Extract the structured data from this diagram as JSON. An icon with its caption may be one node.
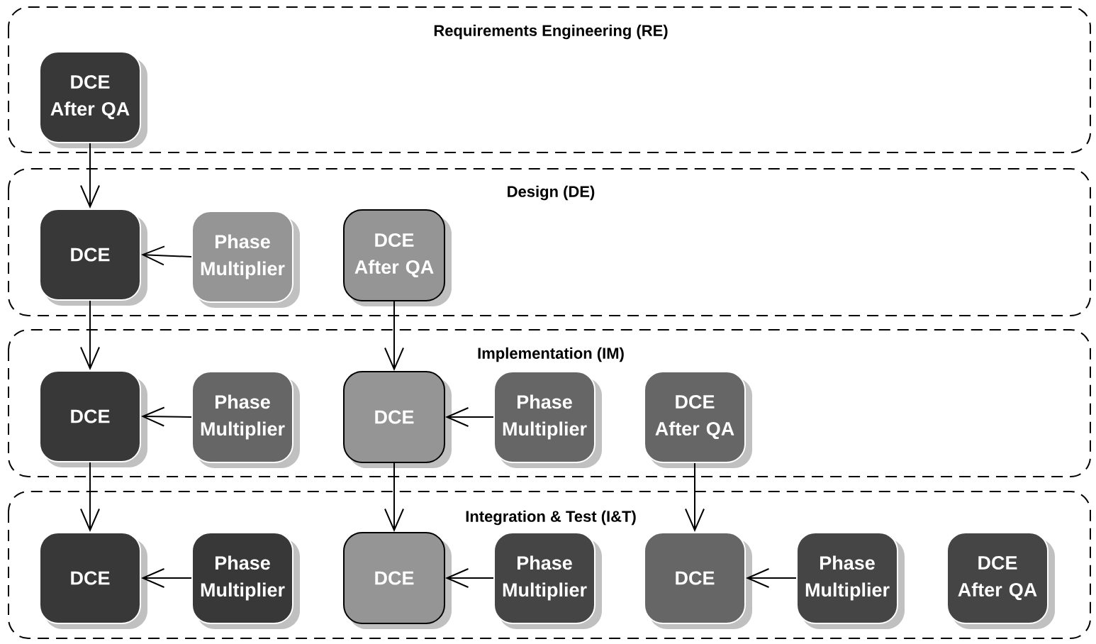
{
  "diagram": {
    "nodes": [
      {
        "text": [
          "Requirements Engineering (RE)"
        ]
      },
      {
        "text": [
          "DCE After QA"
        ],
        "in": 0
      },
      {
        "text": [
          "Design (DE)"
        ]
      },
      {
        "text": [
          "DCE"
        ],
        "in": 2
      },
      {
        "text": [
          "Phase Multiplier"
        ],
        "in": 2
      },
      {
        "text": [
          "DCE After QA"
        ],
        "in": 2
      },
      {
        "text": [
          "Implementation (IM)"
        ]
      },
      {
        "text": [
          "DCE"
        ],
        "in": 6
      },
      {
        "text": [
          "Phase Multiplier"
        ],
        "in": 6
      },
      {
        "text": [
          "DCE"
        ],
        "in": 6
      },
      {
        "text": [
          "Phase Multiplier"
        ],
        "in": 6
      },
      {
        "text": [
          "DCE After QA"
        ],
        "in": 6
      },
      {
        "text": [
          "Integration & Test (I&T)"
        ]
      },
      {
        "text": [
          "DCE"
        ],
        "in": 12
      },
      {
        "text": [
          "Phase Multiplier"
        ],
        "in": 12
      },
      {
        "text": [
          "DCE"
        ],
        "in": 12
      },
      {
        "text": [
          "Phase Multiplier"
        ],
        "in": 12
      },
      {
        "text": [
          "DCE"
        ],
        "in": 12
      },
      {
        "text": [
          "Phase Multiplier"
        ],
        "in": 12
      },
      {
        "text": [
          "DCE After QA"
        ],
        "in": 12
      }
    ],
    "edges": [
      {
        "from": 1,
        "to": 3,
        "arrow": "to"
      },
      {
        "from": 4,
        "to": 3,
        "arrow": "to"
      },
      {
        "from": 3,
        "to": 7,
        "arrow": "to"
      },
      {
        "from": 5,
        "to": 9,
        "arrow": "to"
      },
      {
        "from": 8,
        "to": 7,
        "arrow": "to"
      },
      {
        "from": 10,
        "to": 9,
        "arrow": "to"
      },
      {
        "from": 7,
        "to": 13,
        "arrow": "to"
      },
      {
        "from": 9,
        "to": 15,
        "arrow": "to"
      },
      {
        "from": 11,
        "to": 17,
        "arrow": "to"
      },
      {
        "from": 14,
        "to": 13,
        "arrow": "to"
      },
      {
        "from": 16,
        "to": 15,
        "arrow": "to"
      },
      {
        "from": 18,
        "to": 17,
        "arrow": "to"
      }
    ]
  }
}
